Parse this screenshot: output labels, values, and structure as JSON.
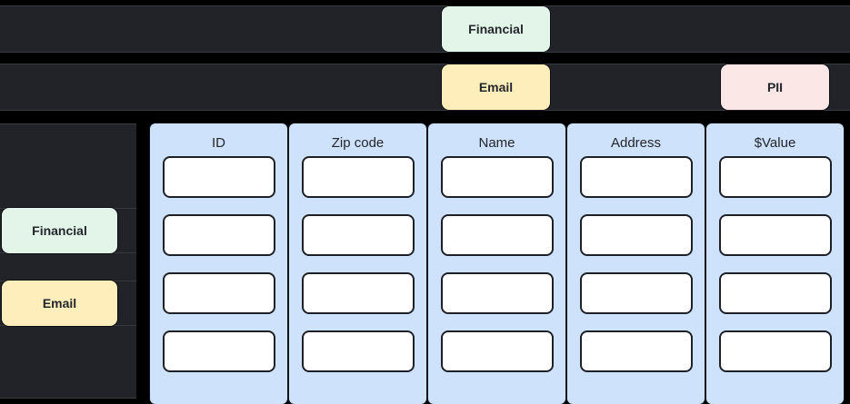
{
  "theme": {
    "background": "#000000",
    "panel_dark": "#212328",
    "column_blue": "#cfe2fb",
    "cell_white": "#ffffff",
    "tag_financial_color": "#e3f4e9",
    "tag_email_color": "#fdeebb",
    "tag_pii_color": "#fbe7e5",
    "text_dark": "#23262b"
  },
  "top_bars": [
    {
      "row_name": "financial-row",
      "tags": [
        {
          "label": "Financial",
          "variant": "financial"
        }
      ]
    },
    {
      "row_name": "email-pii-row",
      "tags": [
        {
          "label": "Email",
          "variant": "email"
        },
        {
          "label": "PII",
          "variant": "pii"
        }
      ]
    }
  ],
  "sidebar": {
    "items": [
      {
        "label": "Financial",
        "variant": "financial"
      },
      {
        "label": "Email",
        "variant": "email"
      }
    ]
  },
  "table": {
    "columns": [
      {
        "header": "ID"
      },
      {
        "header": "Zip code"
      },
      {
        "header": "Name"
      },
      {
        "header": "Address"
      },
      {
        "header": "$Value"
      }
    ],
    "row_count": 4,
    "cell_values": [
      [
        "",
        "",
        "",
        "",
        ""
      ],
      [
        "",
        "",
        "",
        "",
        ""
      ],
      [
        "",
        "",
        "",
        "",
        ""
      ],
      [
        "",
        "",
        "",
        "",
        ""
      ]
    ]
  }
}
